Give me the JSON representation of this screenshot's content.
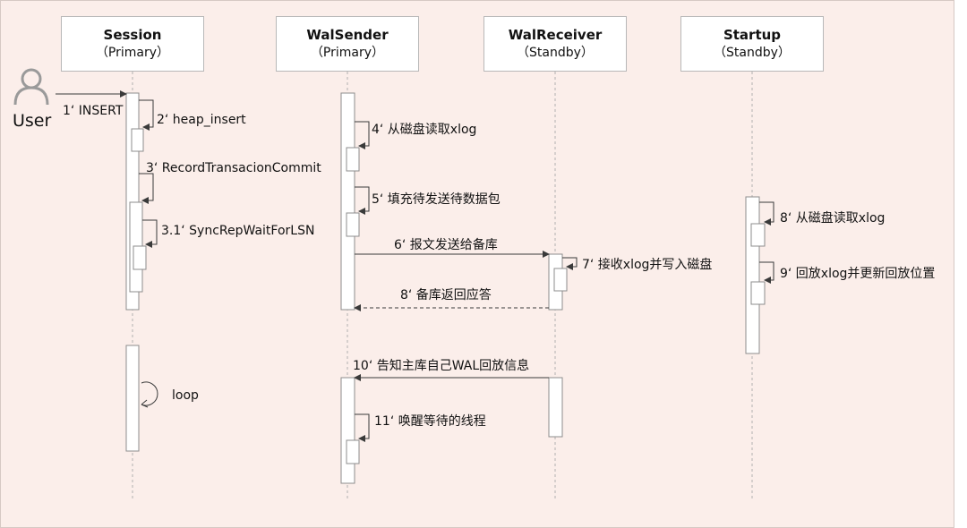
{
  "participants": [
    {
      "name": "Session",
      "role": "（Primary）"
    },
    {
      "name": "WalSender",
      "role": "（Primary）"
    },
    {
      "name": "WalReceiver",
      "role": "（Standby）"
    },
    {
      "name": "Startup",
      "role": "（Standby）"
    }
  ],
  "user": {
    "label": "User"
  },
  "messages": {
    "m1": "1‘ INSERT",
    "m2": "2‘ heap_insert",
    "m3": "3‘ RecordTransacionCommit",
    "m31": "3.1‘ SyncRepWaitForLSN",
    "m4": "4‘ 从磁盘读取xlog",
    "m5": "5‘ 填充待发送待数据包",
    "m6": "6‘ 报文发送给备库",
    "m7": "7‘ 接收xlog并写入磁盘",
    "m8a": "8‘ 备库返回应答",
    "m8b": "8‘ 从磁盘读取xlog",
    "m9": "9‘ 回放xlog并更新回放位置",
    "m10": "10‘ 告知主库自己WAL回放信息",
    "m11": "11‘ 唤醒等待的线程",
    "loop": "loop"
  }
}
